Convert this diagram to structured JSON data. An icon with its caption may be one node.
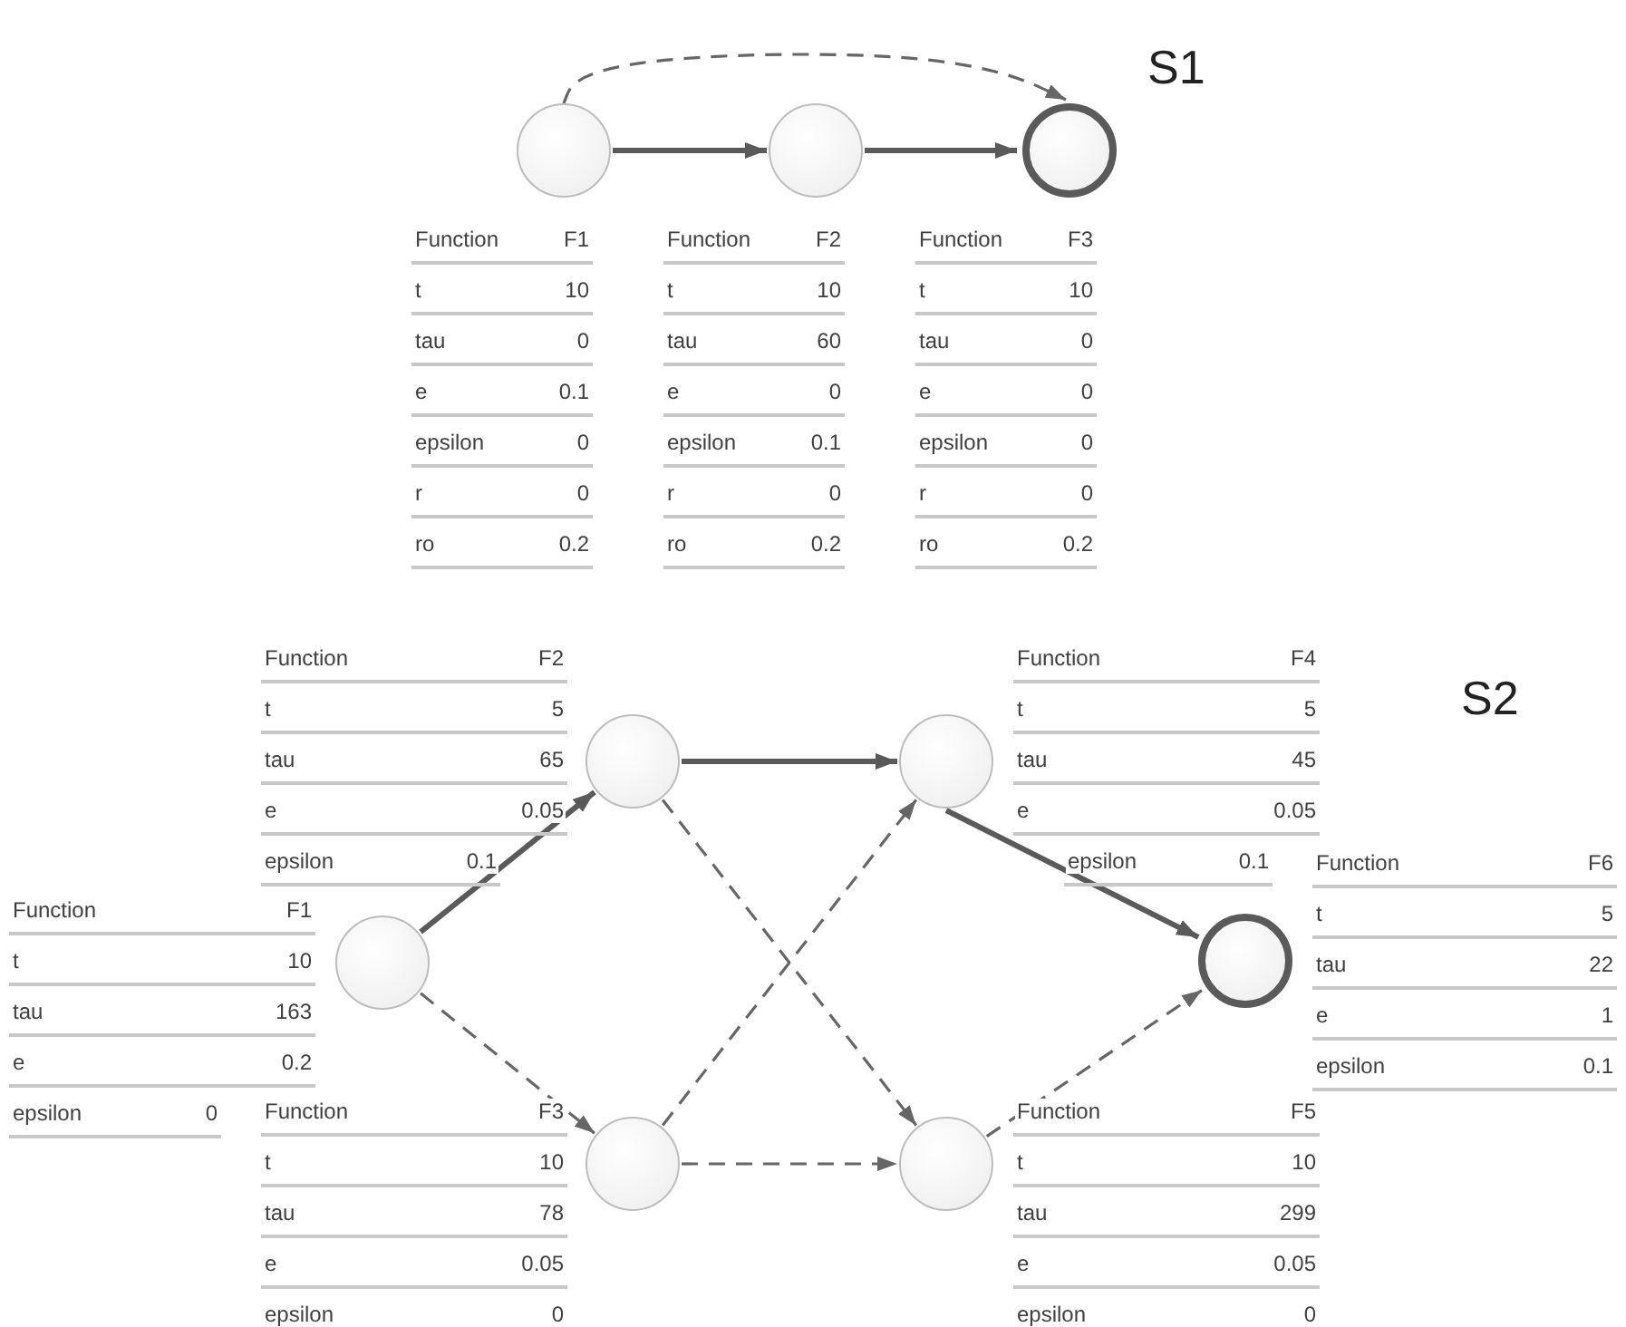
{
  "diagram": {
    "nodes": [
      {
        "text": [],
        "shape": "circle",
        "beside": [
          "Function",
          "F1",
          "t",
          "10",
          "tau",
          "0",
          "e",
          "0.1",
          "epsilon",
          "0",
          "r",
          "0",
          "ro",
          "0.2"
        ]
      },
      {
        "text": [],
        "shape": "circle",
        "beside": [
          "Function",
          "F2",
          "t",
          "10",
          "tau",
          "60",
          "e",
          "0",
          "epsilon",
          "0.1",
          "r",
          "0",
          "ro",
          "0.2"
        ]
      },
      {
        "text": [],
        "shape": "circle",
        "beside": [
          "Function",
          "F3",
          "t",
          "10",
          "tau",
          "0",
          "e",
          "0",
          "epsilon",
          "0",
          "r",
          "0",
          "ro",
          "0.2"
        ]
      },
      {
        "text": [],
        "shape": "circle",
        "beside": [
          "Function",
          "F1",
          "t",
          "10",
          "tau",
          "163",
          "e",
          "0.2",
          "epsilon",
          "0"
        ]
      },
      {
        "text": [],
        "shape": "circle",
        "beside": [
          "Function",
          "F2",
          "t",
          "5",
          "tau",
          "65",
          "e",
          "0.05",
          "epsilon",
          "0.1"
        ]
      },
      {
        "text": [],
        "shape": "circle",
        "beside": [
          "Function",
          "F3",
          "t",
          "10",
          "tau",
          "78",
          "e",
          "0.05",
          "epsilon",
          "0"
        ]
      },
      {
        "text": [],
        "shape": "circle",
        "beside": [
          "Function",
          "F4",
          "t",
          "5",
          "tau",
          "45",
          "e",
          "0.05",
          "epsilon",
          "0.1"
        ]
      },
      {
        "text": [],
        "shape": "circle",
        "beside": [
          "Function",
          "F5",
          "t",
          "10",
          "tau",
          "299",
          "e",
          "0.05",
          "epsilon",
          "0"
        ]
      },
      {
        "text": [],
        "shape": "circle",
        "beside": [
          "Function",
          "F6",
          "t",
          "5",
          "tau",
          "22",
          "e",
          "1",
          "epsilon",
          "0.1"
        ]
      }
    ],
    "edges": [
      {
        "from": 0,
        "to": 1,
        "arrow": "to"
      },
      {
        "from": 1,
        "to": 2,
        "arrow": "to"
      },
      {
        "from": 0,
        "to": 2,
        "arrow": "to",
        "style": "dashed"
      },
      {
        "from": 3,
        "to": 4,
        "arrow": "to"
      },
      {
        "from": 3,
        "to": 5,
        "arrow": "to",
        "style": "dashed"
      },
      {
        "from": 4,
        "to": 6,
        "arrow": "to"
      },
      {
        "from": 4,
        "to": 7,
        "arrow": "to",
        "style": "dashed"
      },
      {
        "from": 5,
        "to": 6,
        "arrow": "to",
        "style": "dashed"
      },
      {
        "from": 5,
        "to": 7,
        "arrow": "to",
        "style": "dashed"
      },
      {
        "from": 6,
        "to": 8,
        "arrow": "to"
      },
      {
        "from": 7,
        "to": 8,
        "arrow": "to",
        "style": "dashed"
      }
    ],
    "labels": [
      "S1",
      "S2"
    ]
  }
}
